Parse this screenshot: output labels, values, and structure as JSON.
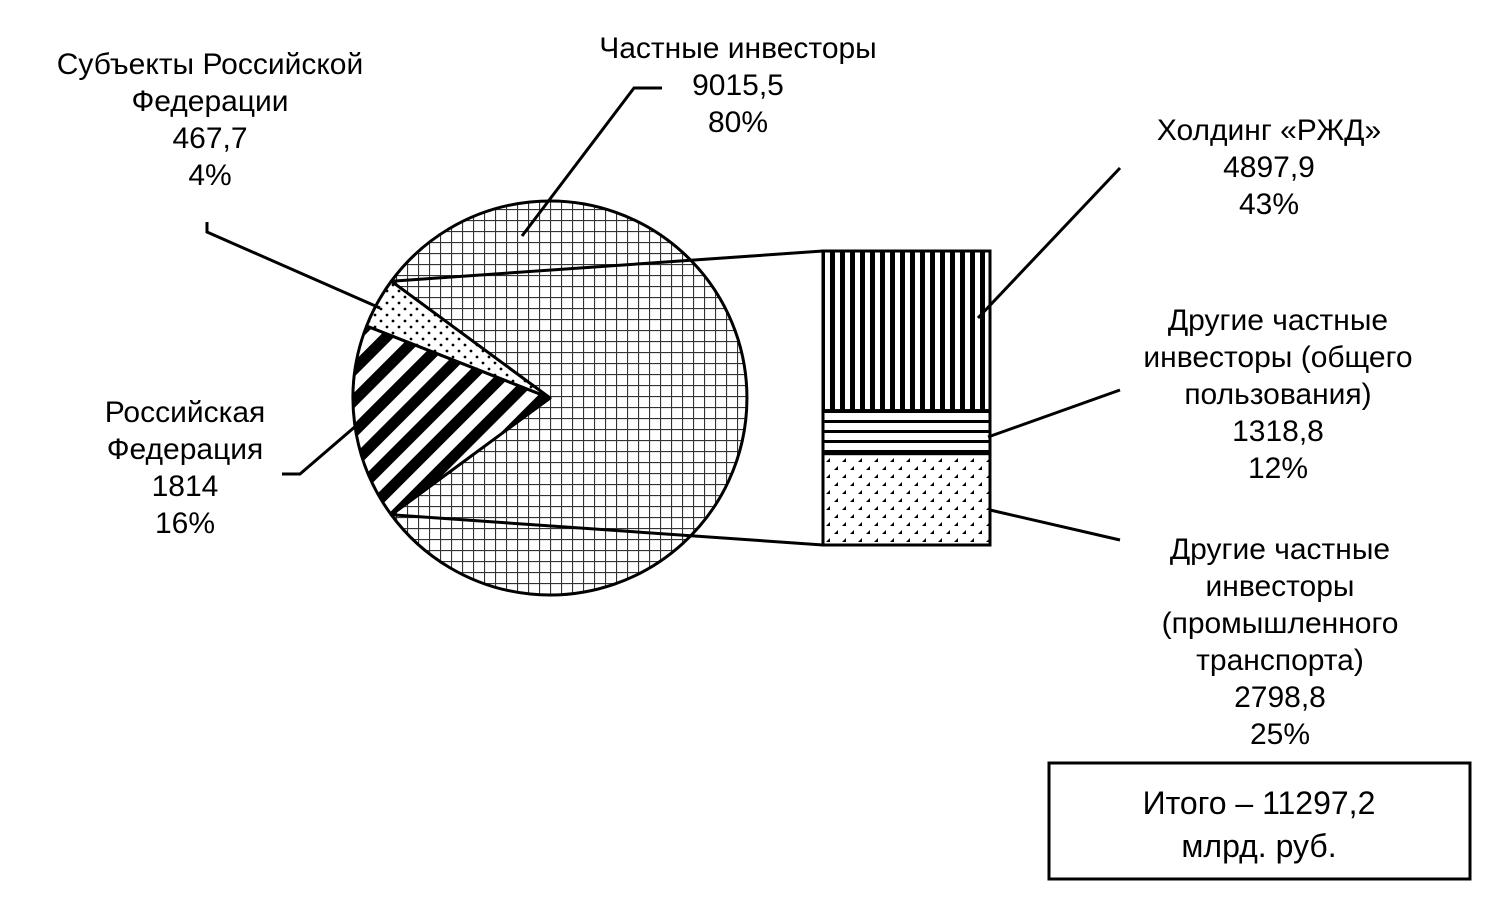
{
  "chart_data": {
    "type": "bar-of-pie",
    "unit": "млрд. руб.",
    "pie": [
      {
        "name_lines": [
          "Частные инвесторы"
        ],
        "value_text": "9015,5",
        "value": 9015.5,
        "percent_text": "80%",
        "percent": 80,
        "pattern": "grid"
      },
      {
        "name_lines": [
          "Российская",
          "Федерация"
        ],
        "value_text": "1814",
        "value": 1814,
        "percent_text": "16%",
        "percent": 16,
        "pattern": "diagonal"
      },
      {
        "name_lines": [
          "Субъекты Российской",
          "Федерации"
        ],
        "value_text": "467,7",
        "value": 467.7,
        "percent_text": "4%",
        "percent": 4,
        "pattern": "dots"
      }
    ],
    "bar": [
      {
        "name_lines": [
          "Холдинг «РЖД»"
        ],
        "value_text": "4897,9",
        "value": 4897.9,
        "percent_text": "43%",
        "percent": 43,
        "pattern": "vertical"
      },
      {
        "name_lines": [
          "Другие частные",
          "инвесторы (общего",
          "пользования)"
        ],
        "value_text": "1318,8",
        "value": 1318.8,
        "percent_text": "12%",
        "percent": 12,
        "pattern": "horizontal"
      },
      {
        "name_lines": [
          "Другие частные",
          "инвесторы",
          "(промышленного",
          "транспорта)"
        ],
        "value_text": "2798,8",
        "value": 2798.8,
        "percent_text": "25%",
        "percent": 25,
        "pattern": "triangles"
      }
    ],
    "total_lines": [
      "Итого – 11297,2",
      "млрд. руб."
    ]
  }
}
